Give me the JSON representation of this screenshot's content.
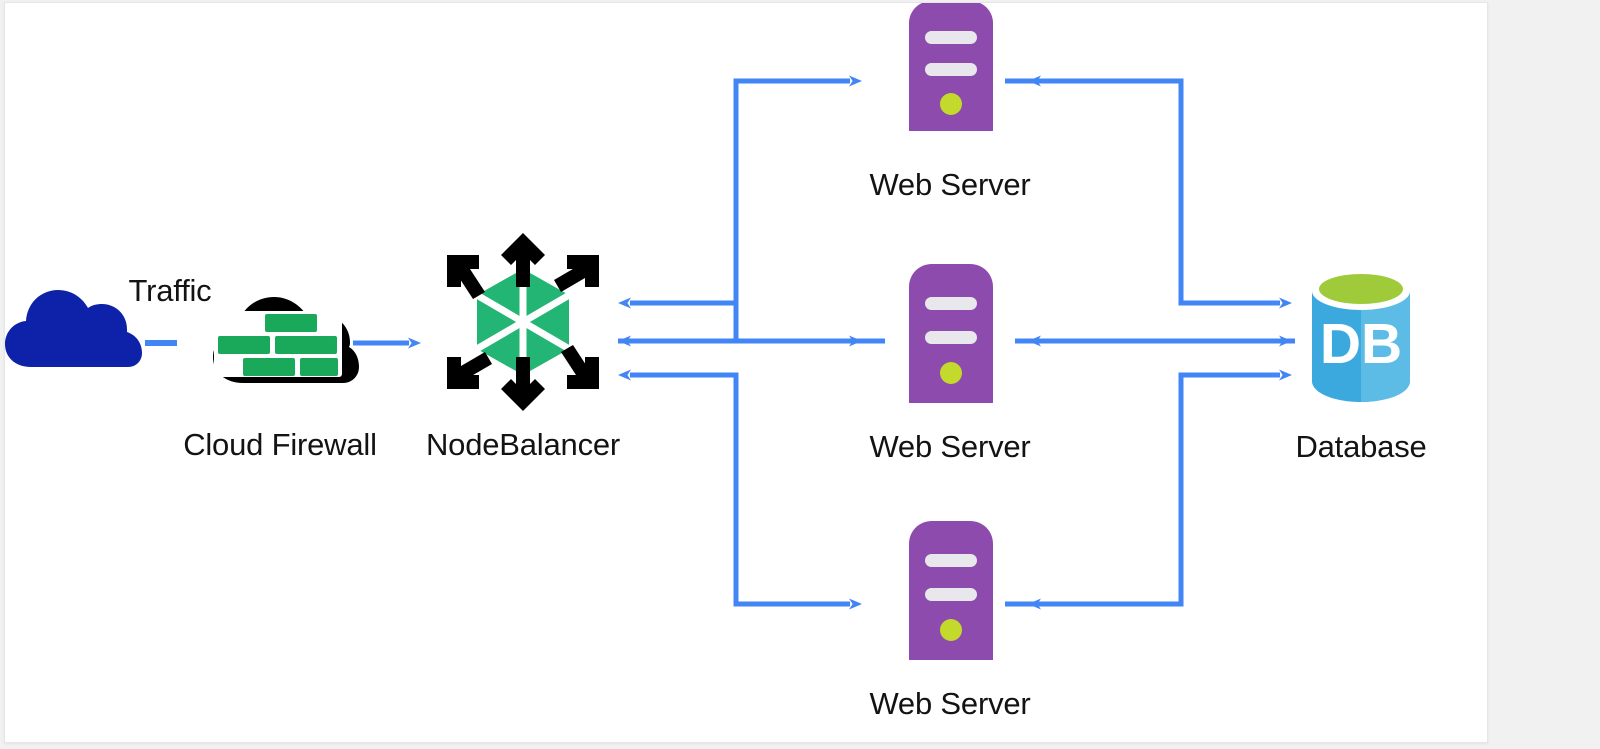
{
  "diagram": {
    "title": "Cloud Firewall NodeBalancer Web Server Database architecture",
    "background_color": "#f1f1f1",
    "canvas_color": "#ffffff",
    "arrow_color": "#4285f4"
  },
  "nodes": {
    "internet": {
      "label": "Traffic",
      "icon": "cloud-icon",
      "color": "#0d22a8"
    },
    "firewall": {
      "label": "Cloud Firewall",
      "icon": "firewall-cloud-icon",
      "cloud_color": "#000000",
      "brick_color": "#1aa85a"
    },
    "nodebalancer": {
      "label": "NodeBalancer",
      "icon": "nodebalancer-hexagon-icon",
      "hex_color": "#22b573",
      "arrow_color": "#000000"
    },
    "web_server_top": {
      "label": "Web Server",
      "icon": "server-tower-icon",
      "body_color": "#8d4bae",
      "slot_color": "#e8e8ec",
      "led_color": "#c3d92b"
    },
    "web_server_middle": {
      "label": "Web Server",
      "icon": "server-tower-icon",
      "body_color": "#8d4bae",
      "slot_color": "#e8e8ec",
      "led_color": "#c3d92b"
    },
    "web_server_bottom": {
      "label": "Web Server",
      "icon": "server-tower-icon",
      "body_color": "#8d4bae",
      "slot_color": "#e8e8ec",
      "led_color": "#c3d92b"
    },
    "database": {
      "label": "Database",
      "icon": "database-cylinder-icon",
      "text": "DB",
      "body_color": "#3ba9dd",
      "body_shade_color": "#5cbce6",
      "top_color": "#9fcb3b",
      "text_color": "#ffffff"
    }
  },
  "connections": [
    {
      "name": "traffic-to-firewall",
      "from": "internet",
      "to": "firewall",
      "style": "dashed"
    },
    {
      "name": "firewall-to-nodebalancer",
      "from": "firewall",
      "to": "nodebalancer",
      "style": "arrow"
    },
    {
      "name": "nodebalancer-to-web-server-top",
      "from": "nodebalancer",
      "to": "web_server_top",
      "style": "arrow"
    },
    {
      "name": "web-server-top-to-nodebalancer",
      "from": "web_server_top",
      "to": "nodebalancer",
      "style": "arrow"
    },
    {
      "name": "nodebalancer-to-web-server-middle",
      "from": "nodebalancer",
      "to": "web_server_middle",
      "style": "arrow"
    },
    {
      "name": "web-server-middle-to-nodebalancer",
      "from": "web_server_middle",
      "to": "nodebalancer",
      "style": "arrow"
    },
    {
      "name": "nodebalancer-to-web-server-bottom",
      "from": "nodebalancer",
      "to": "web_server_bottom",
      "style": "arrow"
    },
    {
      "name": "web-server-bottom-to-nodebalancer",
      "from": "web_server_bottom",
      "to": "nodebalancer",
      "style": "arrow"
    },
    {
      "name": "web-server-top-to-database",
      "from": "web_server_top",
      "to": "database",
      "style": "arrow"
    },
    {
      "name": "database-to-web-server-top",
      "from": "database",
      "to": "web_server_top",
      "style": "arrow"
    },
    {
      "name": "web-server-middle-to-database",
      "from": "web_server_middle",
      "to": "database",
      "style": "arrow"
    },
    {
      "name": "database-to-web-server-middle",
      "from": "database",
      "to": "web_server_middle",
      "style": "arrow"
    },
    {
      "name": "web-server-bottom-to-database",
      "from": "web_server_bottom",
      "to": "database",
      "style": "arrow"
    },
    {
      "name": "database-to-web-server-bottom",
      "from": "database",
      "to": "web_server_bottom",
      "style": "arrow"
    }
  ]
}
